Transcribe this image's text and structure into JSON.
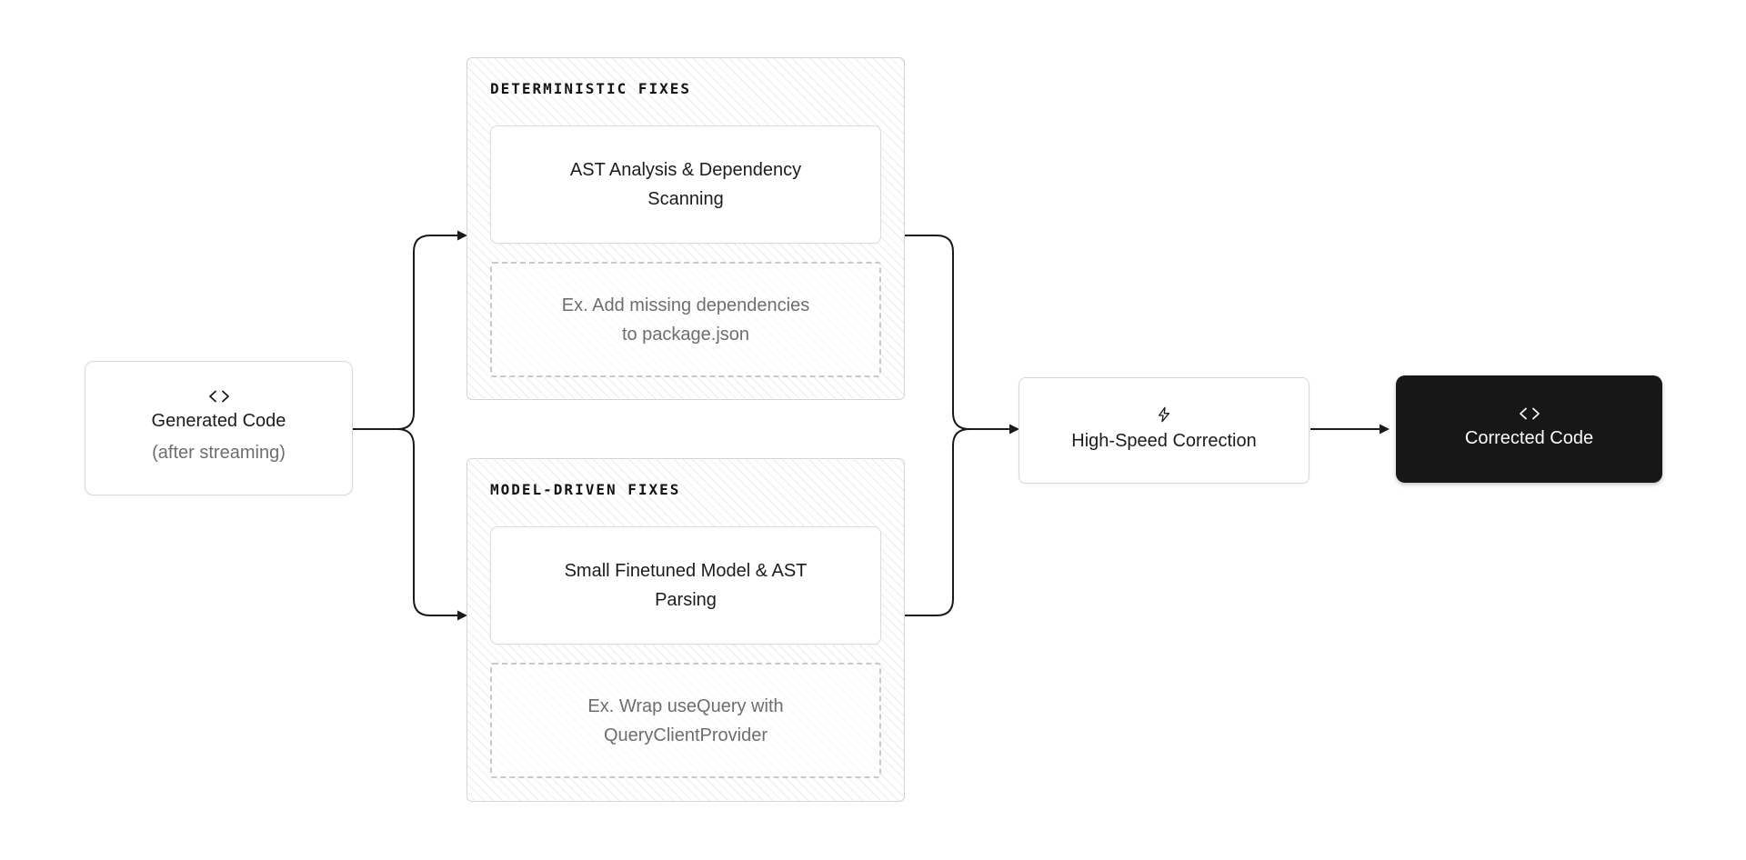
{
  "diagram": {
    "nodes": {
      "generated_code": {
        "icon": "code-icon",
        "title": "Generated Code",
        "subtitle": "(after streaming)"
      },
      "high_speed_correction": {
        "icon": "lightning-icon",
        "title": "High-Speed Correction"
      },
      "corrected_code": {
        "icon": "code-icon",
        "title": "Corrected Code"
      }
    },
    "groups": {
      "deterministic": {
        "label": "DETERMINISTIC FIXES",
        "step_lines": [
          "AST Analysis & Dependency",
          "Scanning"
        ],
        "example_lines": [
          "Ex. Add missing dependencies",
          "to package.json"
        ]
      },
      "model_driven": {
        "label": "MODEL-DRIVEN FIXES",
        "step_lines": [
          "Small Finetuned Model & AST",
          "Parsing"
        ],
        "example_lines": [
          "Ex. Wrap useQuery with",
          "QueryClientProvider"
        ]
      }
    },
    "colors": {
      "background": "#ffffff",
      "node_dark": "#171717",
      "text": "#1c1c1c",
      "muted_text": "#6e6e6e",
      "border": "#d9d9d9",
      "dashed_border": "#c9c9c9",
      "hatch_line": "#ececec",
      "arrow": "#1a1a1a"
    }
  }
}
